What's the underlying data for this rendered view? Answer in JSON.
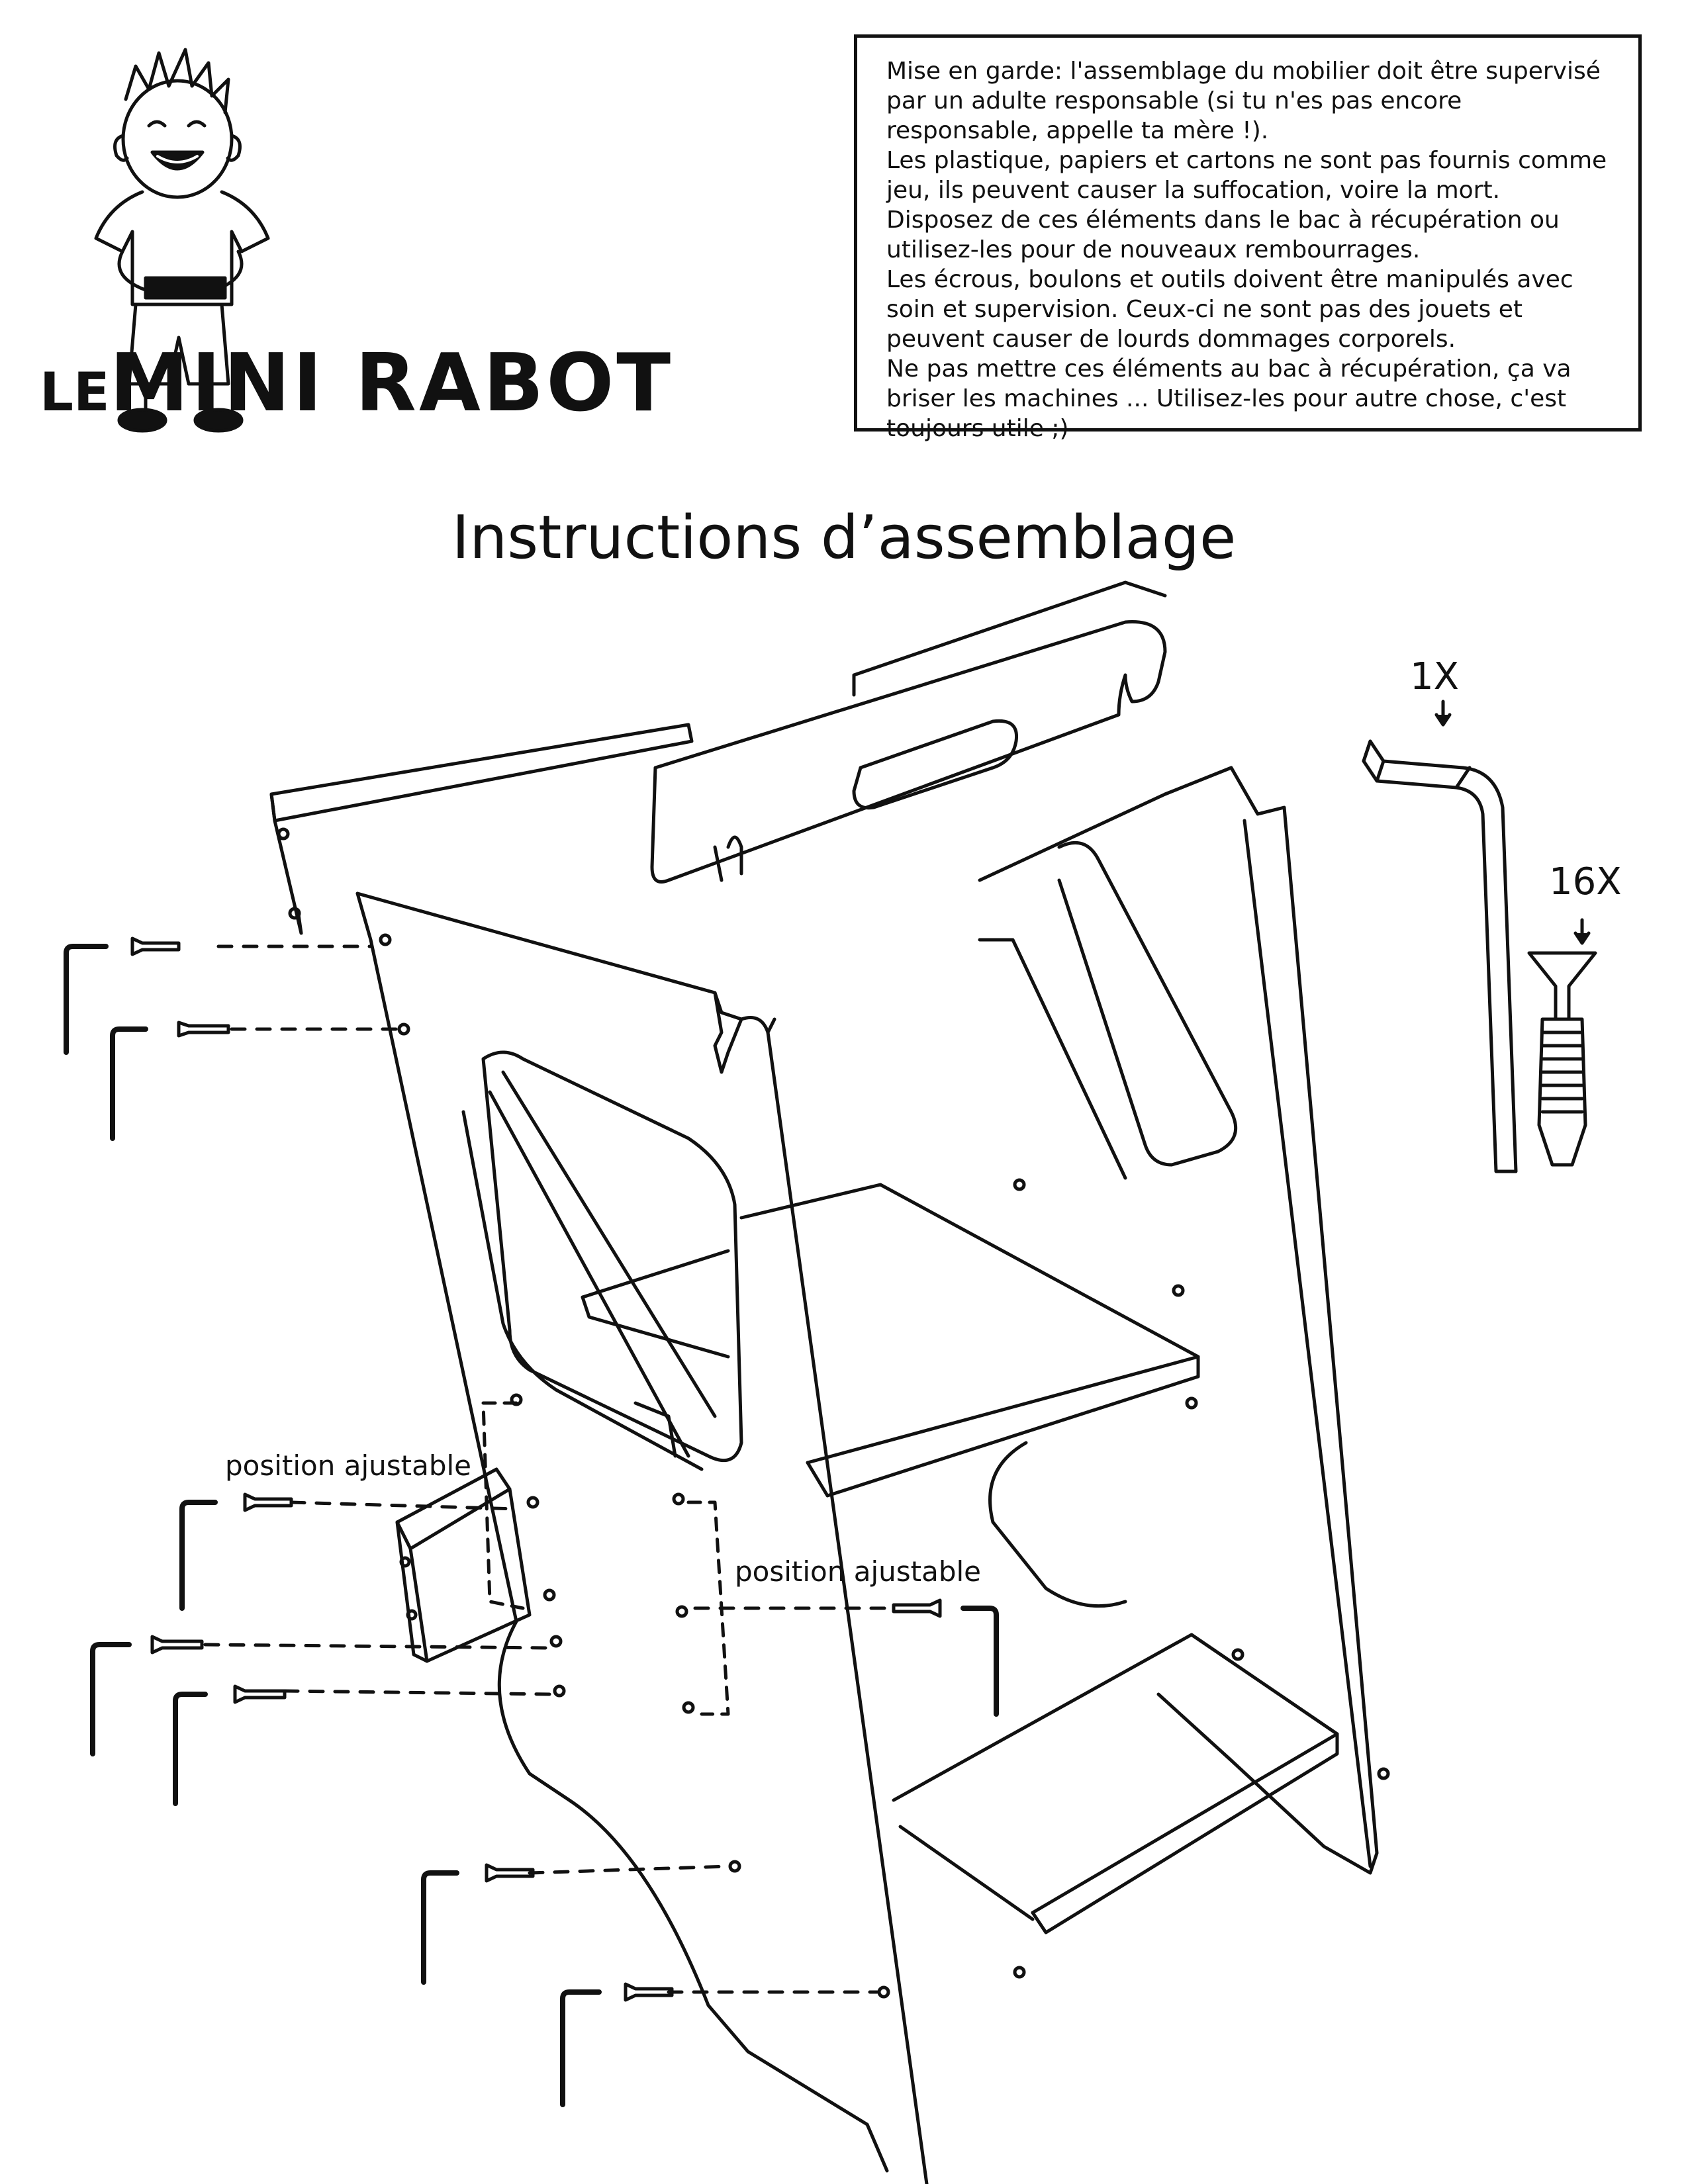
{
  "brand": {
    "logo_text_prefix": "LE",
    "logo_text": "MINI RABOT"
  },
  "warning": {
    "paragraphs": [
      "Mise en garde:  l'assemblage du mobilier doit être supervisé par un adulte responsable (si tu n'es pas encore responsable, appelle ta mère !).",
      "Les plastique, papiers et cartons ne sont pas fournis comme jeu, ils peuvent causer la suffocation, voire la mort. Disposez de ces éléments dans le bac à récupération ou utilisez-les pour de nouveaux rembourrages.",
      "Les écrous, boulons et outils doivent être manipulés avec soin et supervision. Ceux-ci ne sont pas des jouets et peuvent causer de lourds dommages corporels.",
      "Ne pas mettre ces éléments au bac à récupération, ça va briser les machines ... Utilisez-les pour autre chose, c'est toujours utile ;)"
    ]
  },
  "title": "Instructions d’assemblage",
  "parts": {
    "allen_key_qty": "1X",
    "screw_qty": "16X"
  },
  "labels": {
    "adjustable_left": "position ajustable",
    "adjustable_right": "position ajustable"
  }
}
